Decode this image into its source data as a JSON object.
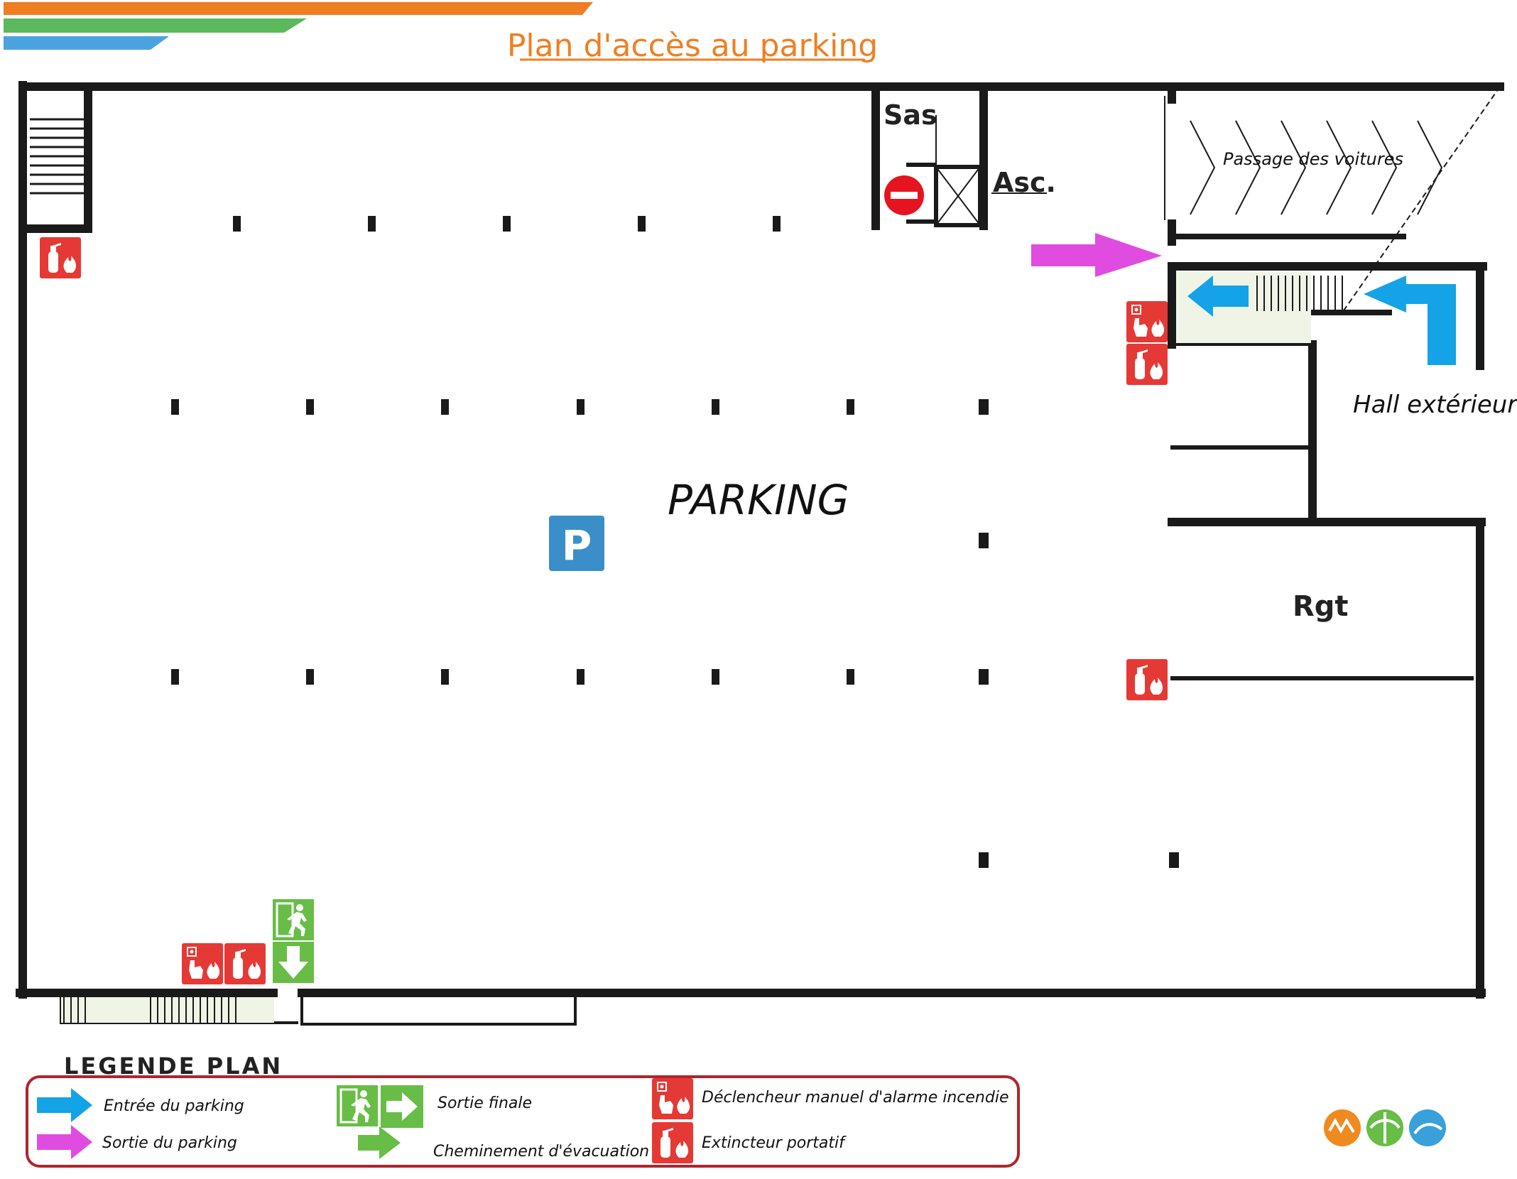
{
  "title": "Plan d'accès au parking",
  "colors": {
    "title": "#f07f21",
    "stripe_orange": "#ef7d22",
    "stripe_green": "#5cb85c",
    "stripe_blue": "#4aa3df",
    "wall": "#1a1a1a",
    "entry_arrow": "#14a3e6",
    "exit_arrow": "#e14ce0",
    "fire_red": "#e53935",
    "exit_green": "#67bd45",
    "parking_blue": "#3a8fc9",
    "legend_border": "#b1242b"
  },
  "rooms": {
    "sas": "Sas",
    "asc": "Asc.",
    "passage": "Passage des voitures",
    "hall": "Hall extérieur",
    "parking": "PARKING",
    "rgt": "Rgt",
    "parking_sign": "P"
  },
  "legend": {
    "heading": "LEGENDE PLAN",
    "items": {
      "entree": "Entrée du parking",
      "sortie": "Sortie du parking",
      "sortie_finale": "Sortie finale",
      "cheminement": "Cheminement d'évacuation",
      "declencheur": "Déclencheur manuel d'alarme incendie",
      "extincteur": "Extincteur portatif"
    }
  },
  "icons": {
    "entry": "blue-arrow-icon",
    "exit": "magenta-arrow-icon",
    "no_entry": "no-entry-icon",
    "extinguisher": "fire-extinguisher-icon",
    "alarm": "manual-call-point-icon",
    "emergency_exit": "emergency-exit-icon",
    "evacuation": "green-arrow-icon",
    "logos": "club-logos-icon"
  }
}
